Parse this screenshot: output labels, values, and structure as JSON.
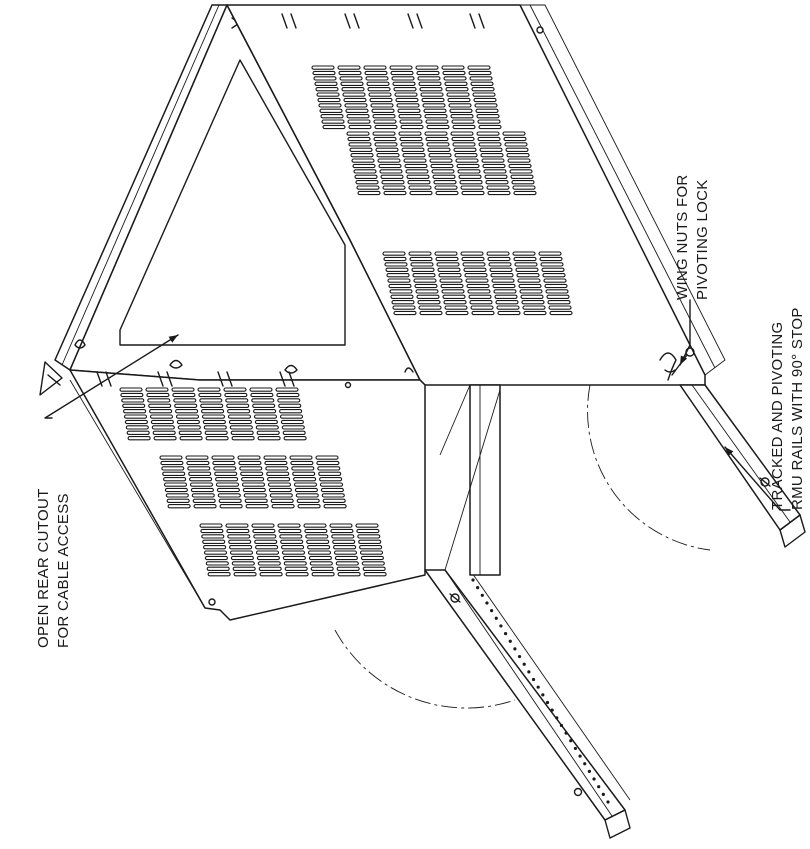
{
  "callouts": {
    "wing_nuts": {
      "line1": "WING NUTS FOR",
      "line2": "PIVOTING LOCK"
    },
    "rails": {
      "line1": "TRACKED AND PIVOTING",
      "line2": "RMU RAILS WITH 90° STOP"
    },
    "rear_cutout": {
      "line1": "OPEN REAR CUTOUT",
      "line2": "FOR CABLE ACCESS"
    }
  },
  "colors": {
    "ink": "#1a1a1a",
    "paper": "#ffffff"
  },
  "icons": [
    "arrow-icon"
  ]
}
